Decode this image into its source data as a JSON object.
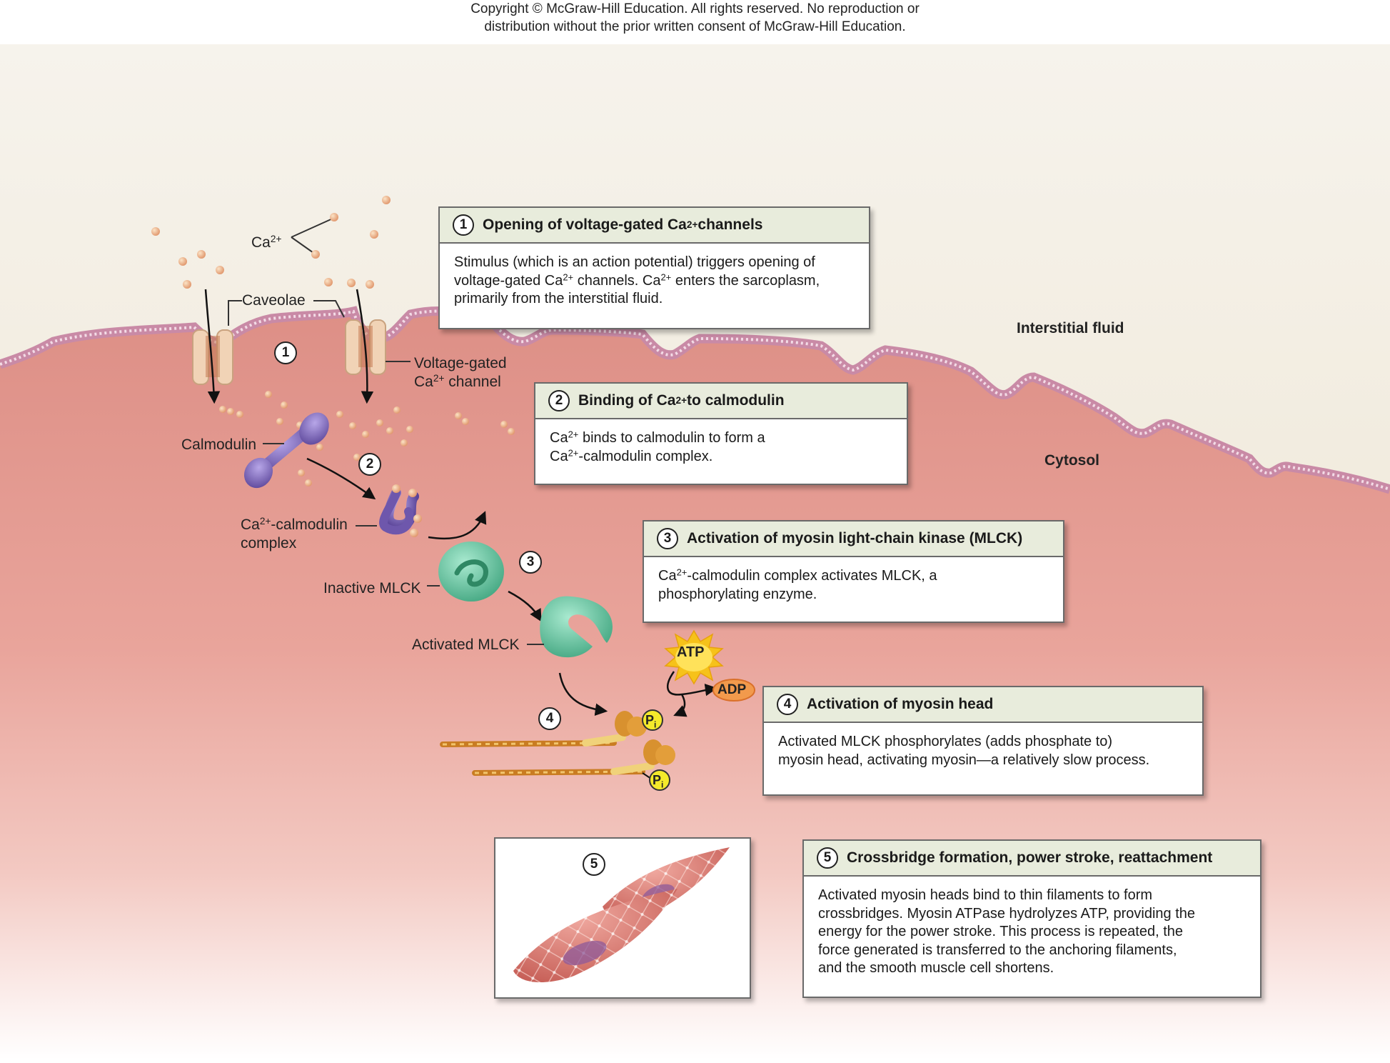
{
  "copyright": {
    "line1": "Copyright © McGraw-Hill Education.  All rights reserved. No reproduction or",
    "line2": "distribution without the prior written consent of  McGraw-Hill Education."
  },
  "regions": {
    "interstitial": "Interstitial fluid",
    "cytosol": "Cytosol"
  },
  "labels": {
    "ca_base": "Ca",
    "ca_sup": "2+",
    "caveolae": "Caveolae",
    "vg_line1": "Voltage-gated",
    "vg_line2_pre": "Ca",
    "vg_line2_sup": "2+",
    "vg_line2_post": " channel",
    "calmodulin": "Calmodulin",
    "cc_pre": "Ca",
    "cc_sup": "2+",
    "cc_post": "-calmodulin",
    "cc_line2": "complex",
    "inactive_mlck": "Inactive MLCK",
    "activated_mlck": "Activated MLCK",
    "atp": "ATP",
    "adp": "ADP",
    "pi_base": "P",
    "pi_sub": "i"
  },
  "markers": [
    "1",
    "2",
    "3",
    "4",
    "5"
  ],
  "steps": [
    {
      "number": "1",
      "title_pre": "Opening of voltage-gated Ca",
      "title_sup": "2+",
      "title_post": " channels",
      "lines": [
        {
          "pre": "Stimulus (which is an action potential) triggers opening of"
        },
        {
          "pre": "voltage-gated Ca",
          "sup": "2+",
          "mid": " channels. Ca",
          "sup2": "2+",
          "post": " enters the sarcoplasm,"
        },
        {
          "pre": "primarily from the interstitial fluid."
        }
      ]
    },
    {
      "number": "2",
      "title_pre": "Binding of Ca",
      "title_sup": "2+",
      "title_post": " to calmodulin",
      "lines": [
        {
          "pre": "Ca",
          "sup": "2+",
          "mid": " binds to calmodulin to form a"
        },
        {
          "pre": "Ca",
          "sup": "2+",
          "mid": "-calmodulin complex."
        }
      ]
    },
    {
      "number": "3",
      "title_pre": "Activation of myosin light-chain kinase (MLCK)",
      "title_sup": "",
      "title_post": "",
      "lines": [
        {
          "pre": "Ca",
          "sup": "2+",
          "mid": "-calmodulin complex activates MLCK, a"
        },
        {
          "pre": "phosphorylating enzyme."
        }
      ]
    },
    {
      "number": "4",
      "title_pre": "Activation of myosin head",
      "title_sup": "",
      "title_post": "",
      "lines": [
        {
          "pre": "Activated MLCK phosphorylates (adds phosphate to)"
        },
        {
          "pre": "myosin head, activating myosin—a relatively slow process."
        }
      ]
    },
    {
      "number": "5",
      "title_pre": "Crossbridge formation, power stroke, reattachment",
      "title_sup": "",
      "title_post": "",
      "lines": [
        {
          "pre": "Activated myosin heads bind to thin filaments to form"
        },
        {
          "pre": "crossbridges. Myosin ATPase hydrolyzes ATP, providing the"
        },
        {
          "pre": "energy for the power stroke. This process is repeated, the"
        },
        {
          "pre": "force generated is transferred to the anchoring filaments,"
        },
        {
          "pre": "and the smooth muscle cell shortens."
        }
      ]
    }
  ],
  "colors": {
    "membrane": "#c98aa6",
    "calmodulin": "#7a62b3",
    "mlck": "#5fbf98",
    "myosin": "#d8912f",
    "phosphate": "#f4ea2b",
    "atp_burst": "#f6c21a",
    "adp": "#f29a4c"
  }
}
